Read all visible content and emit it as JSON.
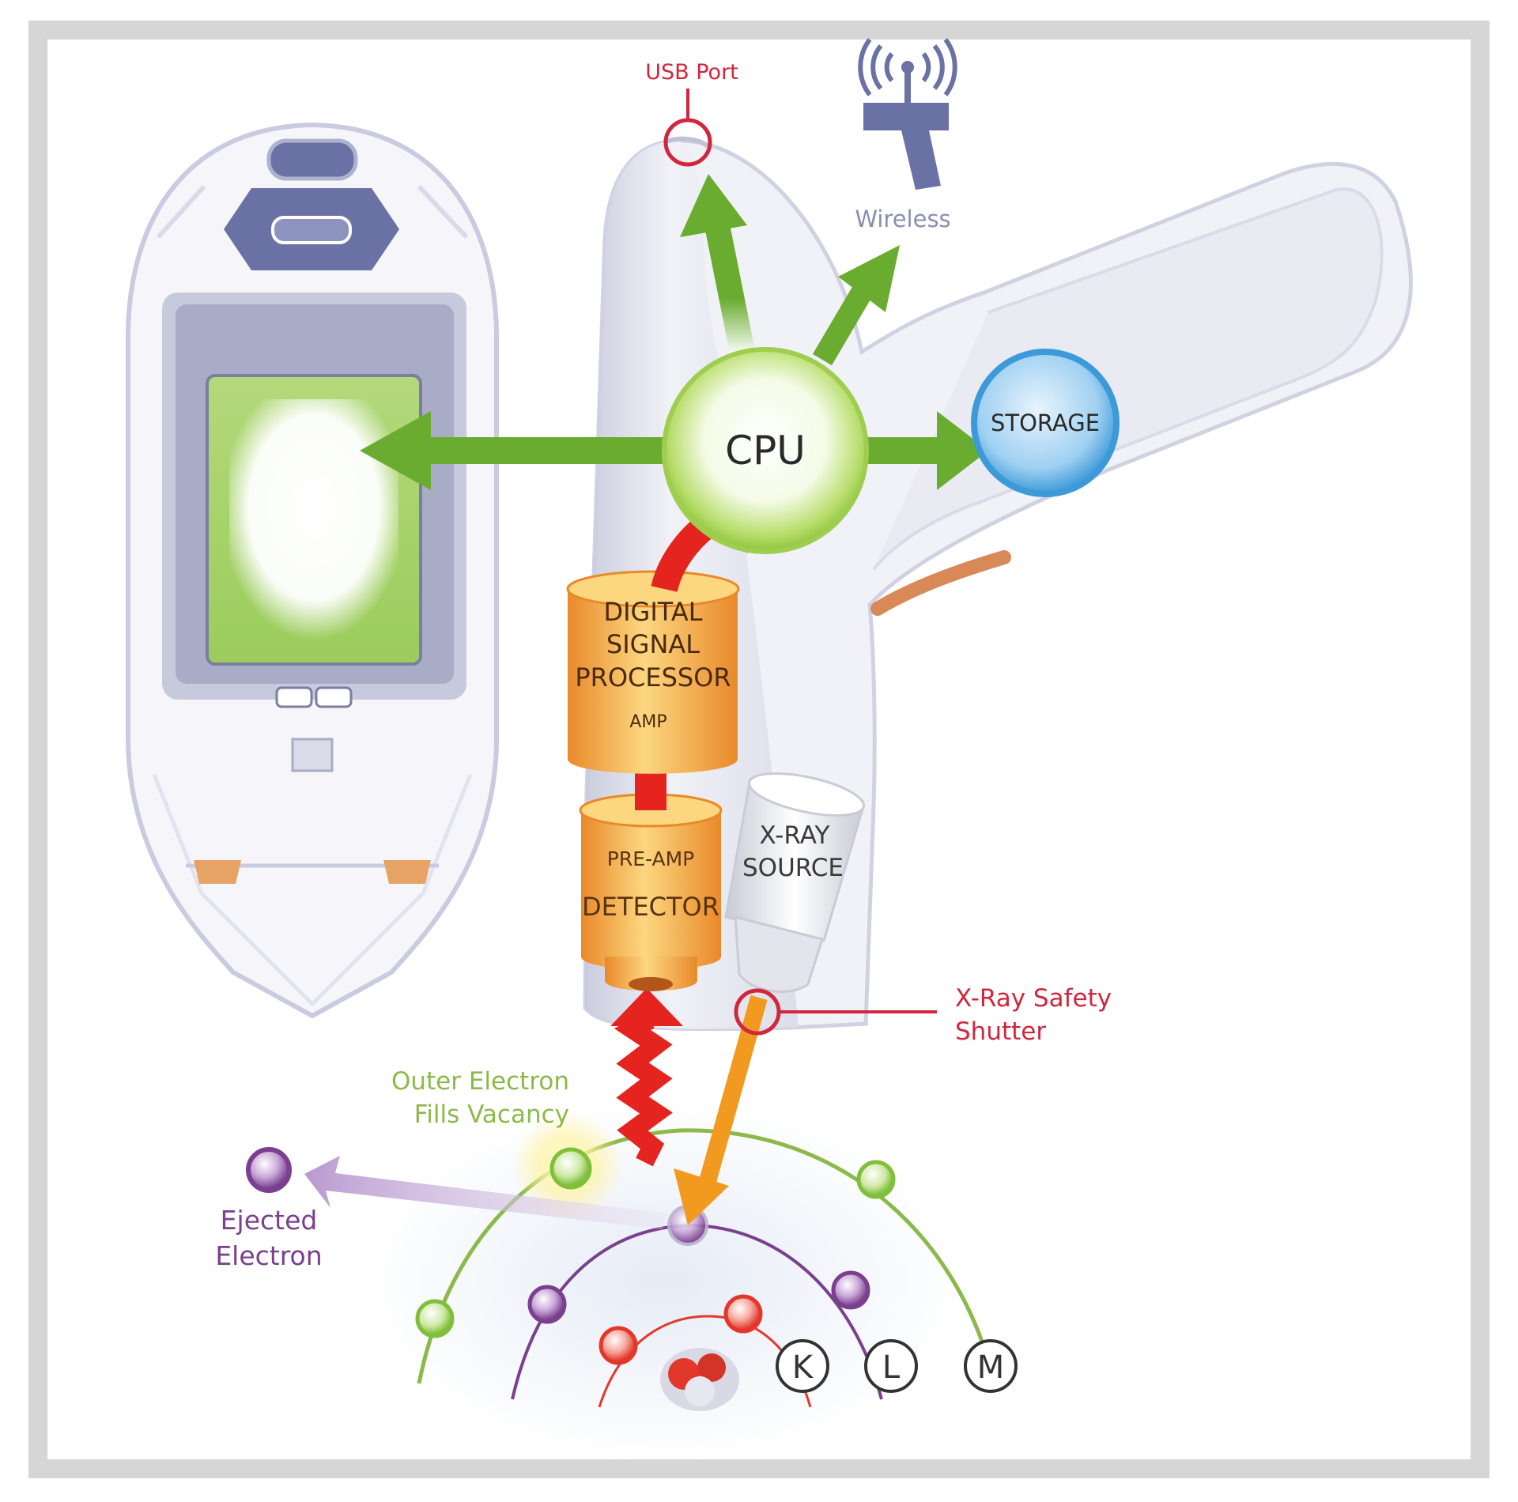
{
  "labels": {
    "usb_port": "USB Port",
    "wireless": "Wireless",
    "cpu": "CPU",
    "storage": "STORAGE",
    "dsp_line1": "DIGITAL",
    "dsp_line2": "SIGNAL",
    "dsp_line3": "PROCESSOR",
    "amp": "AMP",
    "pre_amp": "PRE-AMP",
    "detector": "DETECTOR",
    "xray_line1": "X-RAY",
    "xray_line2": "SOURCE",
    "shutter_line1": "X-Ray Safety",
    "shutter_line2": "Shutter",
    "outer_line1": "Outer Electron",
    "outer_line2": "Fills Vacancy",
    "ejected_line1": "Ejected",
    "ejected_line2": "Electron",
    "shell_k": "K",
    "shell_l": "L",
    "shell_m": "M"
  },
  "colors": {
    "usb_label": "#d0273e",
    "shutter_label": "#d0273e",
    "wireless_label": "#8a8fb0",
    "outer_label": "#8cb94a",
    "ejected_label": "#7a3f8f",
    "data_arrow": "#6aac30",
    "signal_arrow": "#e52420",
    "xray_arrow": "#f19a1f",
    "component_orange": "#f3a62f",
    "storage_blue": "#3d9ad8",
    "cpu_green": "#a7d45a",
    "device_body": "#e7e8f0",
    "device_accent": "#6a72a5"
  },
  "icons": [
    "wireless-antenna-icon",
    "usb-port-marker-icon",
    "shutter-marker-icon"
  ]
}
